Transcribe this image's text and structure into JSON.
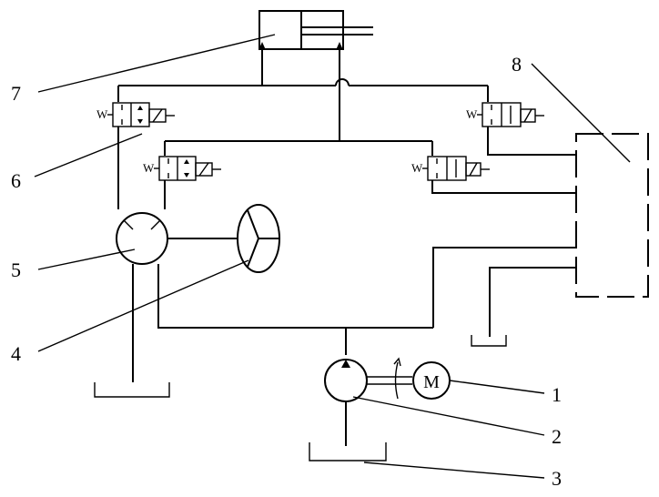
{
  "labels": {
    "c1": "1",
    "c2": "2",
    "c3": "3",
    "c4": "4",
    "c5": "5",
    "c6": "6",
    "c7": "7",
    "c8": "8"
  },
  "valve_spring_mark": "W",
  "motor_mark": "M"
}
